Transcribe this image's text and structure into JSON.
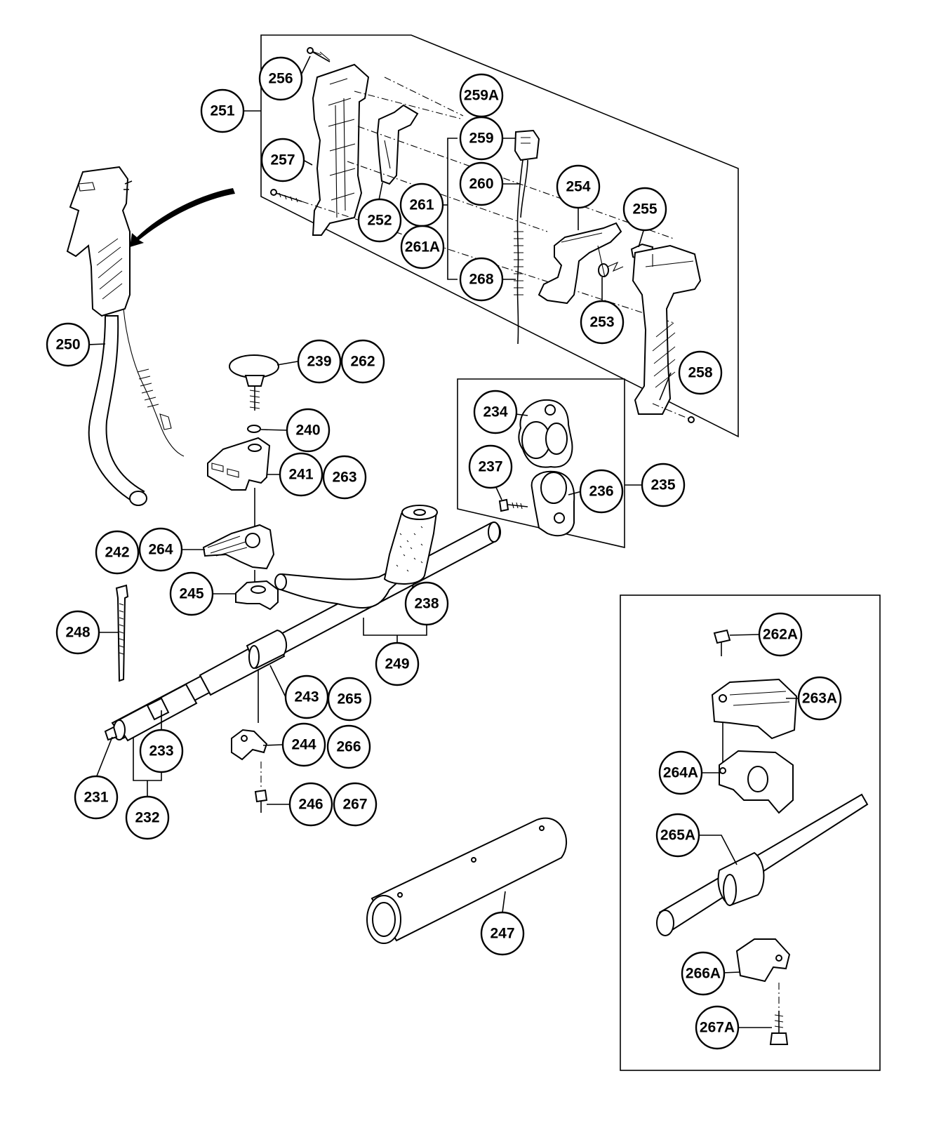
{
  "callouts": [
    {
      "id": "256",
      "label": "256"
    },
    {
      "id": "251",
      "label": "251"
    },
    {
      "id": "259A",
      "label": "259A"
    },
    {
      "id": "259",
      "label": "259"
    },
    {
      "id": "257",
      "label": "257"
    },
    {
      "id": "260",
      "label": "260"
    },
    {
      "id": "254",
      "label": "254"
    },
    {
      "id": "261",
      "label": "261"
    },
    {
      "id": "252",
      "label": "252"
    },
    {
      "id": "255",
      "label": "255"
    },
    {
      "id": "261A",
      "label": "261A"
    },
    {
      "id": "268",
      "label": "268"
    },
    {
      "id": "253",
      "label": "253"
    },
    {
      "id": "250",
      "label": "250"
    },
    {
      "id": "239",
      "label": "239"
    },
    {
      "id": "262",
      "label": "262"
    },
    {
      "id": "258",
      "label": "258"
    },
    {
      "id": "234",
      "label": "234"
    },
    {
      "id": "240",
      "label": "240"
    },
    {
      "id": "237",
      "label": "237"
    },
    {
      "id": "241",
      "label": "241"
    },
    {
      "id": "263",
      "label": "263"
    },
    {
      "id": "236",
      "label": "236"
    },
    {
      "id": "235",
      "label": "235"
    },
    {
      "id": "242",
      "label": "242"
    },
    {
      "id": "264",
      "label": "264"
    },
    {
      "id": "245",
      "label": "245"
    },
    {
      "id": "238",
      "label": "238"
    },
    {
      "id": "248",
      "label": "248"
    },
    {
      "id": "262A",
      "label": "262A"
    },
    {
      "id": "249",
      "label": "249"
    },
    {
      "id": "243",
      "label": "243"
    },
    {
      "id": "265",
      "label": "265"
    },
    {
      "id": "263A",
      "label": "263A"
    },
    {
      "id": "244",
      "label": "244"
    },
    {
      "id": "266",
      "label": "266"
    },
    {
      "id": "233",
      "label": "233"
    },
    {
      "id": "264A",
      "label": "264A"
    },
    {
      "id": "231",
      "label": "231"
    },
    {
      "id": "246",
      "label": "246"
    },
    {
      "id": "267",
      "label": "267"
    },
    {
      "id": "232",
      "label": "232"
    },
    {
      "id": "265A",
      "label": "265A"
    },
    {
      "id": "247",
      "label": "247"
    },
    {
      "id": "266A",
      "label": "266A"
    },
    {
      "id": "267A",
      "label": "267A"
    }
  ]
}
